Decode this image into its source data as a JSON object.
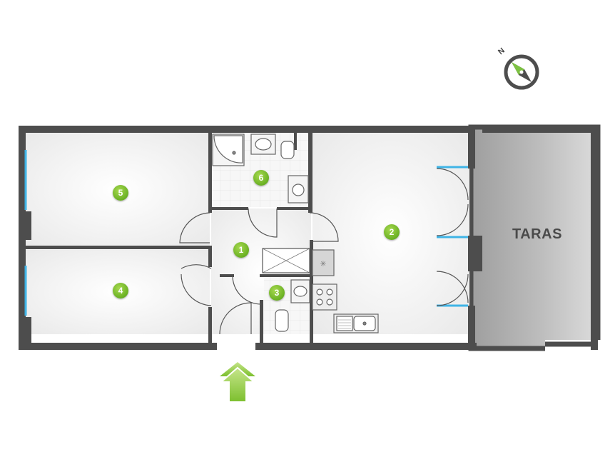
{
  "compass": {
    "north_label": "N",
    "accent_color": "#7dc242"
  },
  "rooms": [
    {
      "id": "room-1",
      "number": "1"
    },
    {
      "id": "room-2",
      "number": "2"
    },
    {
      "id": "room-3",
      "number": "3"
    },
    {
      "id": "room-4",
      "number": "4"
    },
    {
      "id": "room-5",
      "number": "5"
    },
    {
      "id": "room-6",
      "number": "6"
    }
  ],
  "terrace": {
    "label": "TARAS"
  },
  "colors": {
    "wall": "#4d4d4d",
    "floor": "#f1f1f1",
    "terrace": "#b3b3b3",
    "window": "#3fb4e6",
    "badge": "#7dc242",
    "entrance_arrow": "#8cc63f"
  }
}
